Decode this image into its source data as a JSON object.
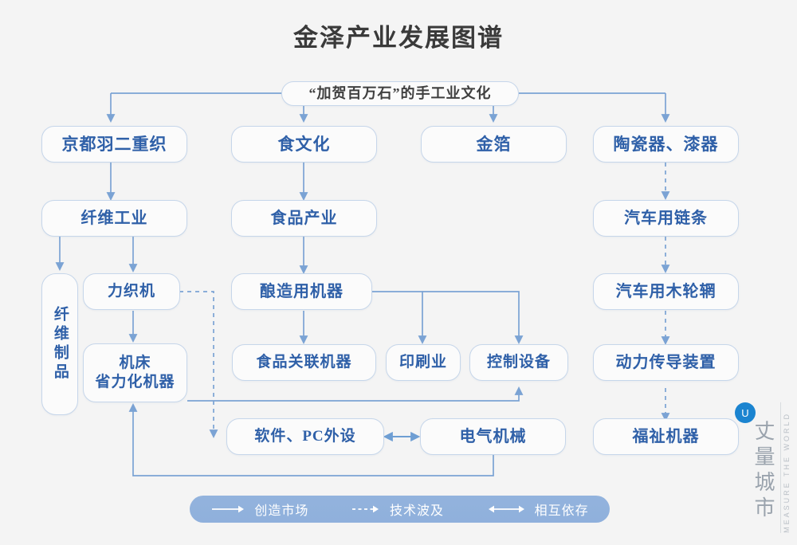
{
  "title": "金泽产业发展图谱",
  "colors": {
    "background": "#f4f4f4",
    "node_border": "#c6d6ea",
    "node_fill": "#fbfbfb",
    "node_text": "#2f60a8",
    "edge": "#7ba3d4",
    "legend_bg": "#8fb0dc",
    "title_text": "#3a3a3a",
    "watermark_text": "#9aa3ad",
    "logo_blue": "#1b84d0"
  },
  "nodes": {
    "root": "“加贺百万石”的手工业文化",
    "kyoto_habutae": "京都羽二重织",
    "food_culture": "食文化",
    "gold_leaf": "金箔",
    "ceramics_lacquer": "陶瓷器、漆器",
    "fiber_industry": "纤维工业",
    "food_industry": "食品产业",
    "auto_chain": "汽车用链条",
    "fiber_products": "纤维制品",
    "power_loom": "力织机",
    "brewing_machine": "酿造用机器",
    "auto_wood_rim": "汽车用木轮辋",
    "machine_tool_line1": "机床",
    "machine_tool_line2": "省力化机器",
    "food_related_machine": "食品关联机器",
    "printing": "印刷业",
    "control_equipment": "控制设备",
    "power_transmission": "动力传导装置",
    "software_pc": "软件、PC外设",
    "electrical_machinery": "电气机械",
    "welfare_machine": "福祉机器"
  },
  "legend": {
    "items": [
      {
        "label": "创造市场",
        "icon": "solid-arrow-icon"
      },
      {
        "label": "技术波及",
        "icon": "dashed-arrow-icon"
      },
      {
        "label": "相互依存",
        "icon": "double-arrow-icon"
      }
    ]
  },
  "watermark": {
    "chinese": "丈量城市",
    "english": "MEASURE THE WORLD",
    "logo": "U"
  }
}
